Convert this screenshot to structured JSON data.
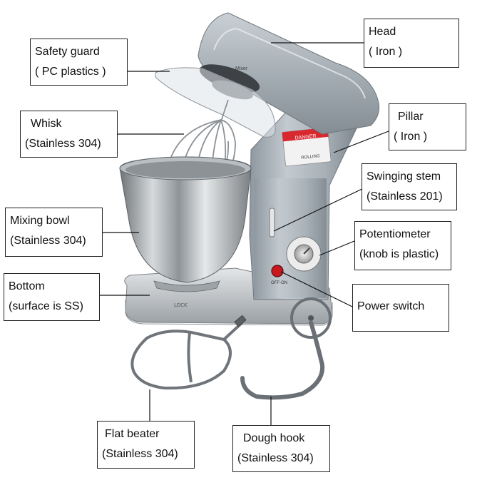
{
  "labels": {
    "safety_guard": {
      "name": "Safety guard",
      "material": "( PC plastics )"
    },
    "head": {
      "name": "Head",
      "material": "( Iron )"
    },
    "whisk": {
      "name": "Whisk",
      "material": "(Stainless 304)"
    },
    "pillar": {
      "name": "Pillar",
      "material": "( Iron )"
    },
    "swinging_stem": {
      "name": "Swinging stem",
      "material": "(Stainless 201)"
    },
    "mixing_bowl": {
      "name": "Mixing bowl",
      "material": "(Stainless 304)"
    },
    "potentiometer": {
      "name": "Potentiometer",
      "material": "(knob is plastic)"
    },
    "bottom": {
      "name": "Bottom",
      "material": "(surface is SS)"
    },
    "power_switch": {
      "name": "Power switch"
    },
    "flat_beater": {
      "name": "Flat beater",
      "material": "(Stainless 304)"
    },
    "dough_hook": {
      "name": "Dough hook",
      "material": "(Stainless 304)"
    }
  },
  "machine_text": {
    "warning": "DANGER",
    "warning_sub": "ROLLING",
    "switch": "OFF-ON",
    "base_lock": "LOCK",
    "brand": "Mixer"
  },
  "colors": {
    "body": "#a7b0b9",
    "warning_red": "#d8292f",
    "switch_red": "#c8171d",
    "steel": "#c7cbce"
  }
}
